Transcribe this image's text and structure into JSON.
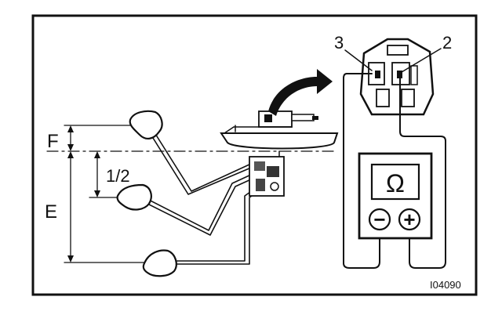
{
  "labels": {
    "full": "F",
    "empty": "E",
    "half": "1/2",
    "terminal_left": "3",
    "terminal_right": "2",
    "ohm_symbol": "Ω",
    "minus": "−",
    "plus": "+",
    "figure_id": "I04090"
  }
}
